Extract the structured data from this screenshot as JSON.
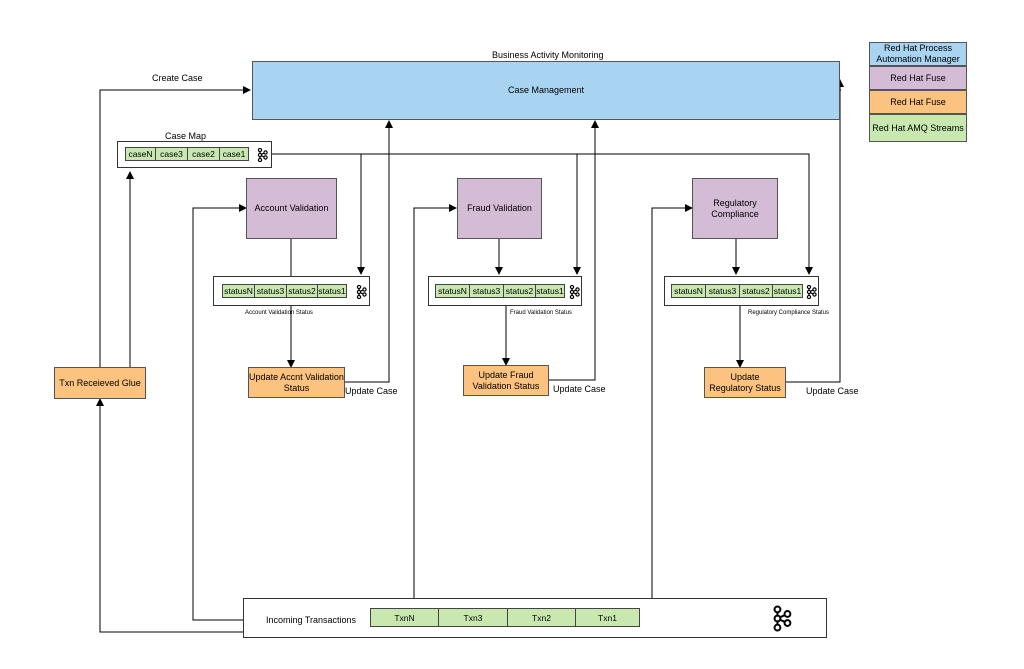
{
  "legend": {
    "items": [
      {
        "label": "Red Hat Process Automation Manager",
        "color": "#a8d4f2"
      },
      {
        "label": "Red Hat Fuse",
        "color": "#d5bcd6"
      },
      {
        "label": "Red Hat Fuse",
        "color": "#fcc27f"
      },
      {
        "label": "Red Hat AMQ Streams",
        "color": "#c8e8b0"
      }
    ]
  },
  "bam_label": "Business Activity Monitoring",
  "case_management": "Case Management",
  "create_case": "Create Case",
  "case_map": {
    "title": "Case Map",
    "cells": [
      "caseN",
      "case3",
      "case2",
      "case1"
    ]
  },
  "txn_glue": "Txn Receieved Glue",
  "account": {
    "validation": "Account Validation",
    "cells": [
      "statusN",
      "status3",
      "status2",
      "status1"
    ],
    "store_label": "Account Validation Status",
    "update": "Update Accnt Validation Status",
    "update_case": "Update Case"
  },
  "fraud": {
    "validation": "Fraud Validation",
    "cells": [
      "statusN",
      "status3",
      "status2",
      "status1"
    ],
    "store_label": "Fraud Validation Status",
    "update": "Update Fraud Validation Status",
    "update_case": "Update Case"
  },
  "regulatory": {
    "validation": "Regulatory Compliance",
    "cells": [
      "statusN",
      "status3",
      "status2",
      "status1"
    ],
    "store_label": "Regulatory Compliance Status",
    "update": "Update Regulatory Status",
    "update_case": "Update Case"
  },
  "incoming": {
    "title": "Incoming Transactions",
    "cells": [
      "TxnN",
      "Txn3",
      "Txn2",
      "Txn1"
    ]
  }
}
